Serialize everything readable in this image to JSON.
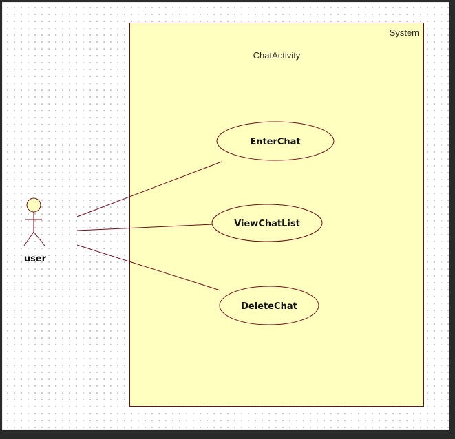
{
  "system": {
    "label": "System",
    "title": "ChatActivity"
  },
  "actor": {
    "label": "user"
  },
  "use_cases": [
    {
      "label": "EnterChat"
    },
    {
      "label": "ViewChatList"
    },
    {
      "label": "DeleteChat"
    }
  ],
  "colors": {
    "boundary_fill": "#ffffc0",
    "line": "#6b0f1a",
    "actor_head_fill": "#ffffc0"
  }
}
